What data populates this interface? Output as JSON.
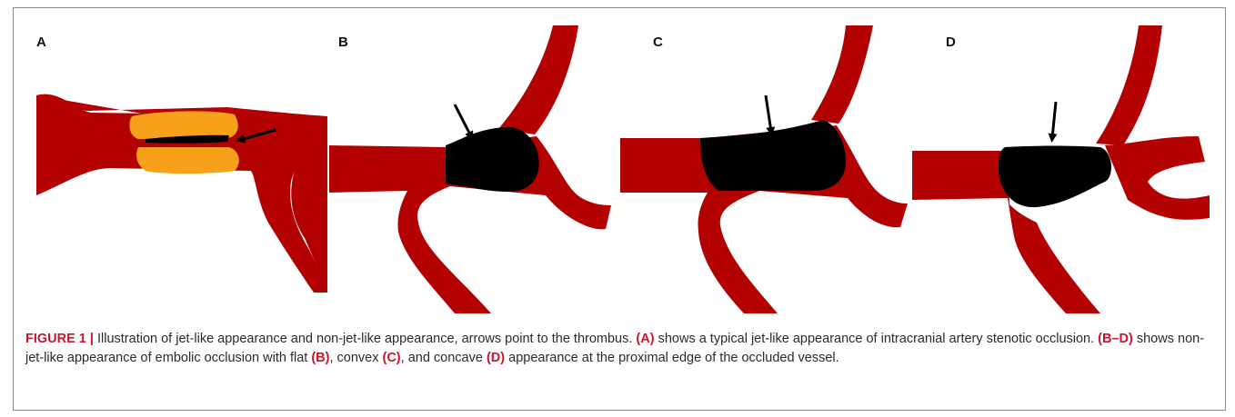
{
  "panels": [
    {
      "id": "A",
      "letter": "A"
    },
    {
      "id": "B",
      "letter": "B"
    },
    {
      "id": "C",
      "letter": "C"
    },
    {
      "id": "D",
      "letter": "D"
    }
  ],
  "colors": {
    "vessel": "#b30000",
    "thrombus": "#000000",
    "plaque": "#f7a01a",
    "caption_accent": "#c8162d"
  },
  "caption": {
    "figure_label": "FIGURE 1 |",
    "intro": " Illustration of jet-like appearance and non-jet-like appearance, arrows point to the thrombus. ",
    "ref_a": "(A)",
    "text_a": " shows a typical jet-like appearance of intracranial artery stenotic occlusion. ",
    "ref_bd": "(B–D)",
    "text_bd": " shows non-jet-like appearance of embolic occlusion with flat ",
    "ref_b": "(B)",
    "text_b": ", convex ",
    "ref_c": "(C)",
    "text_c": ", and concave ",
    "ref_d": "(D)",
    "text_d": " appearance at the proximal edge of the occluded vessel."
  }
}
